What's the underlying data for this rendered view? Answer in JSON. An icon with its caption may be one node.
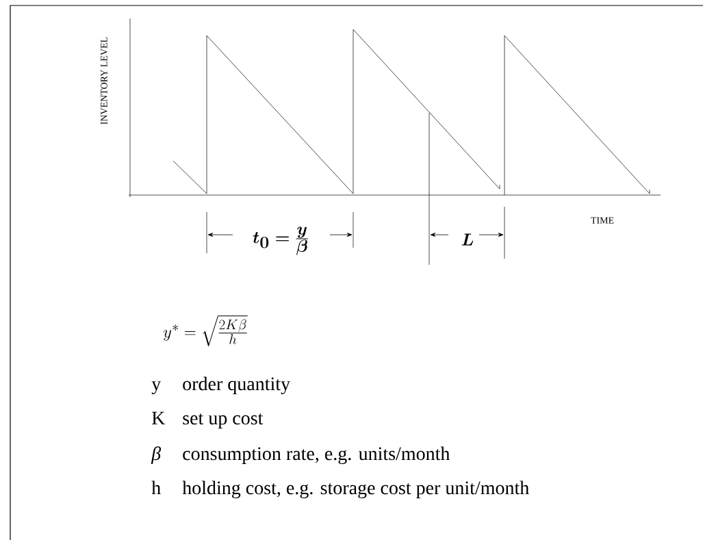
{
  "diagram": {
    "labels": [
      "INVENTORY LEVEL",
      "TIME",
      "t_0 = \\frac{y}{\\beta}",
      "L",
      "y^{*} = \\sqrt{\\frac{2K\\beta}{h}}",
      "y",
      "order quantity",
      "K",
      "set up cost",
      "β",
      "consumption rate, e.g. units/month",
      "h",
      "holding cost, e.g. storage cost per unit/month"
    ]
  }
}
